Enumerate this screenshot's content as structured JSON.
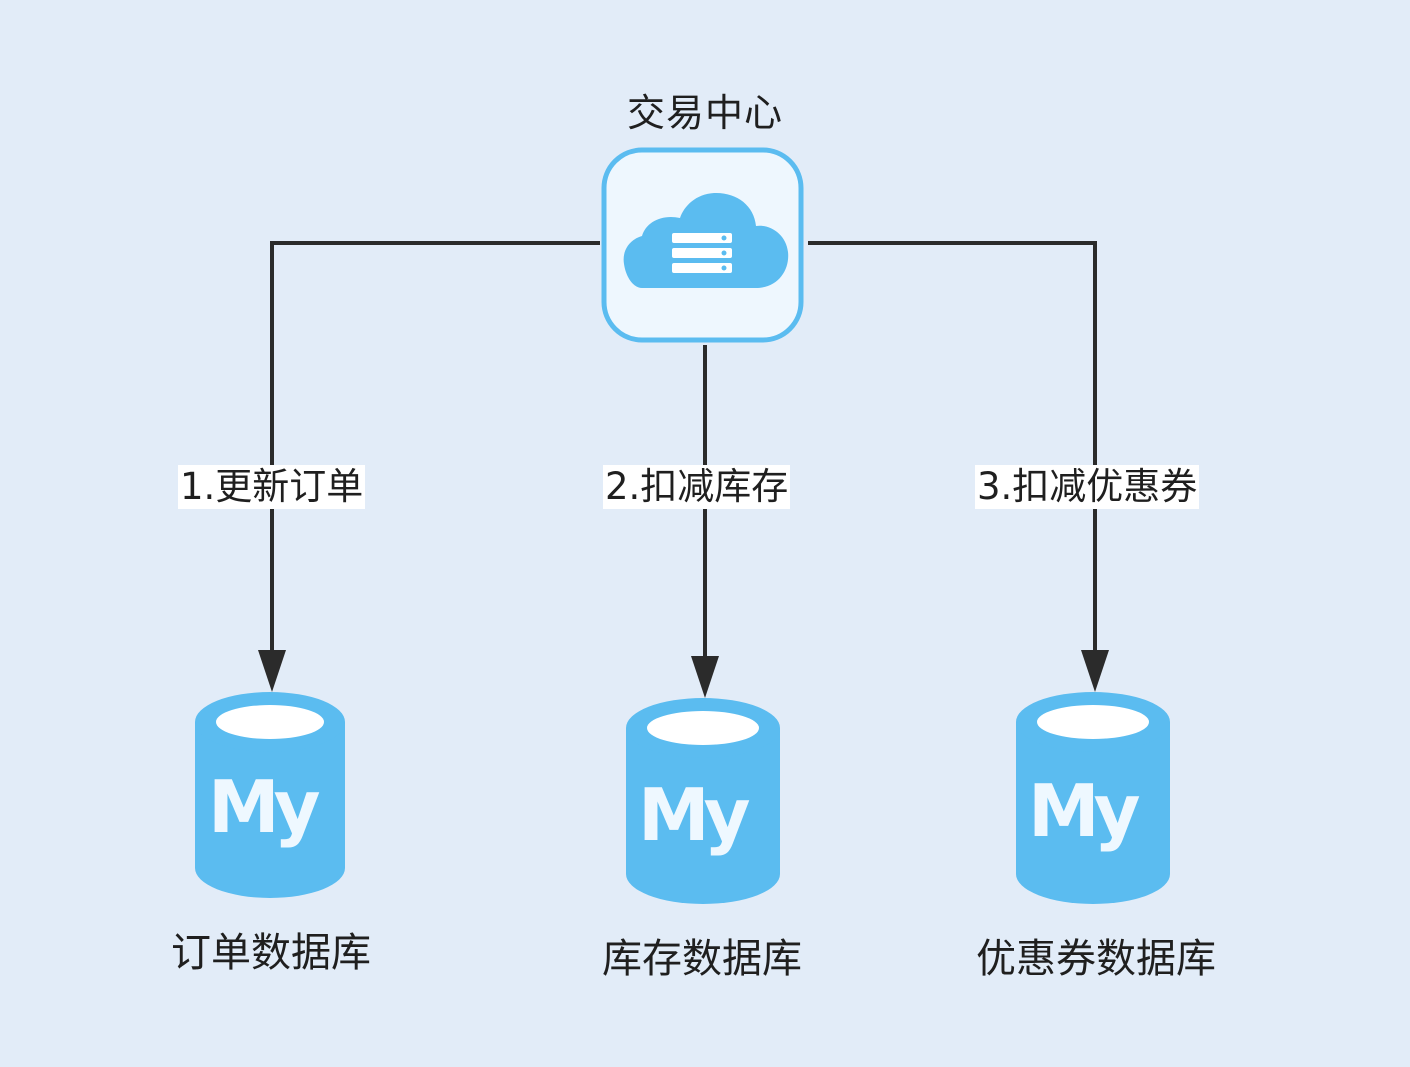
{
  "center": {
    "title": "交易中心",
    "icon": "cloud-server-icon"
  },
  "edges": [
    {
      "label": "1.更新订单"
    },
    {
      "label": "2.扣减库存"
    },
    {
      "label": "3.扣减优惠券"
    }
  ],
  "databases": [
    {
      "name": "订单数据库",
      "logo_text": "My",
      "icon": "mysql-database-icon"
    },
    {
      "name": "库存数据库",
      "logo_text": "My",
      "icon": "mysql-database-icon"
    },
    {
      "name": "优惠券数据库",
      "logo_text": "My",
      "icon": "mysql-database-icon"
    }
  ],
  "colors": {
    "background": "#e2ecf8",
    "accent": "#5bbcf0",
    "line": "#2b2b2b"
  }
}
